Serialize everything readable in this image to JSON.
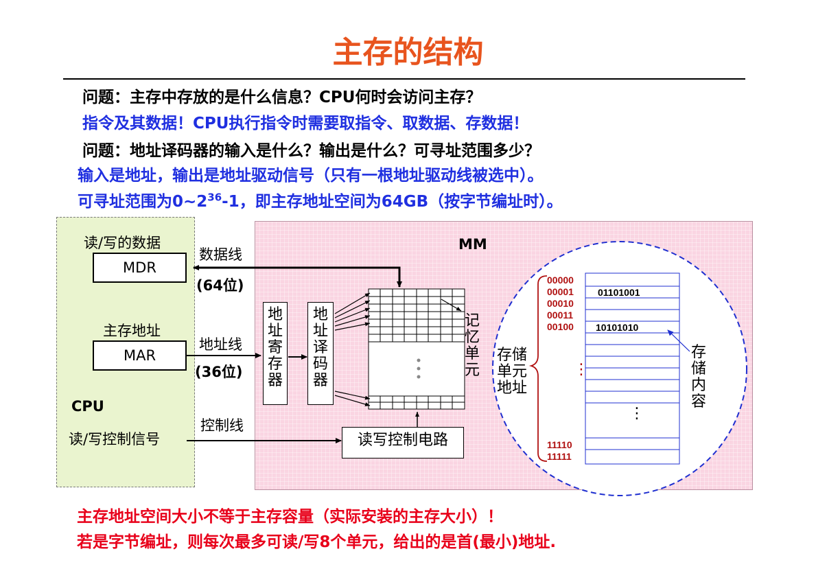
{
  "title": "主存的结构",
  "questions": {
    "q1": "问题：主存中存放的是什么信息？CPU何时会访问主存？",
    "a1": "指令及其数据！CPU执行指令时需要取指令、取数据、存数据！",
    "q2": "问题：地址译码器的输入是什么？输出是什么？可寻址范围多少？",
    "a2": "输入是地址，输出是地址驱动信号（只有一根地址驱动线被选中）。",
    "a3_pre": "可寻址范围为0~2",
    "a3_sup": "36",
    "a3_post": "-1，即主存地址空间为64GB（按字节编址时）。"
  },
  "diagram": {
    "cpu": {
      "data_rw_label": "读/写的数据",
      "mdr": "MDR",
      "addr_label": "主存地址",
      "mar": "MAR",
      "cpu_label": "CPU",
      "ctrl_signal": "读/写控制信号"
    },
    "buses": {
      "data_bus": "数据线",
      "data_width": "(64位)",
      "addr_bus": "地址线",
      "addr_width": "(36位)",
      "ctrl_bus": "控制线"
    },
    "mm": {
      "label": "MM",
      "addr_register": "地址寄存器",
      "addr_decoder": "地址译码器",
      "memory_cell": "记忆单元",
      "rw_control": "读写控制电路",
      "cell_address": "存储单元地址",
      "content_label": "存储内容",
      "addresses": [
        "00000",
        "00001",
        "00010",
        "00011",
        "00100",
        "11110",
        "11111"
      ],
      "contents": [
        "01101001",
        "10101010"
      ],
      "ellipsis_dots": "⋮"
    }
  },
  "remarks": {
    "r1": "主存地址空间大小不等于主存容量（实际安装的主存大小）！",
    "r2": "若是字节编址，则每次最多可读/写8个单元，给出的是首(最小)地址."
  },
  "colors": {
    "title": "#e8541e",
    "answer": "#1f2fe0",
    "remark": "#e8001a",
    "cpu_bg": "#eaf4cf",
    "mm_bg": "#fad5e2",
    "circle": "#1f2fd0",
    "addr_text": "#b01010"
  }
}
